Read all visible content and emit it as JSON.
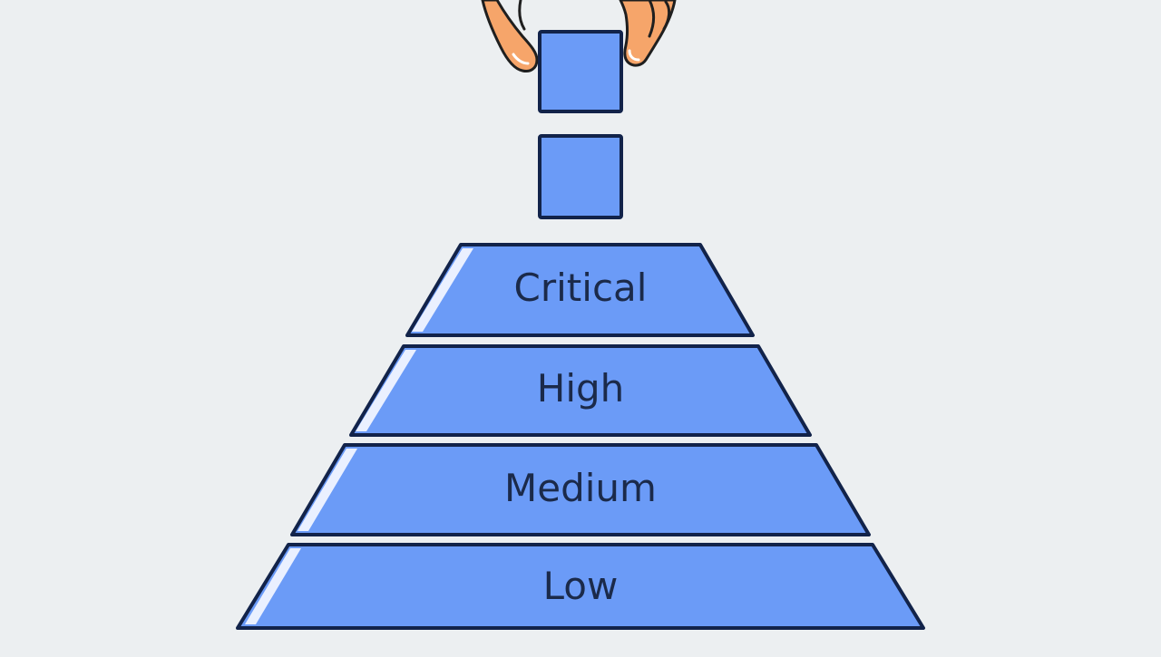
{
  "colors": {
    "background": "#eceff1",
    "tier_fill": "#6b9bf7",
    "tier_highlight": "#eaf0ff",
    "outline": "#12234a",
    "hand_skin": "#f6a56a",
    "hand_outline": "#1f1f1f"
  },
  "pyramid": {
    "tiers": [
      {
        "label": "Critical"
      },
      {
        "label": "High"
      },
      {
        "label": "Medium"
      },
      {
        "label": "Low"
      }
    ]
  },
  "blocks": [
    {
      "state": "held-by-hand"
    },
    {
      "state": "falling"
    }
  ],
  "icons": {
    "hand": "hand-icon"
  }
}
